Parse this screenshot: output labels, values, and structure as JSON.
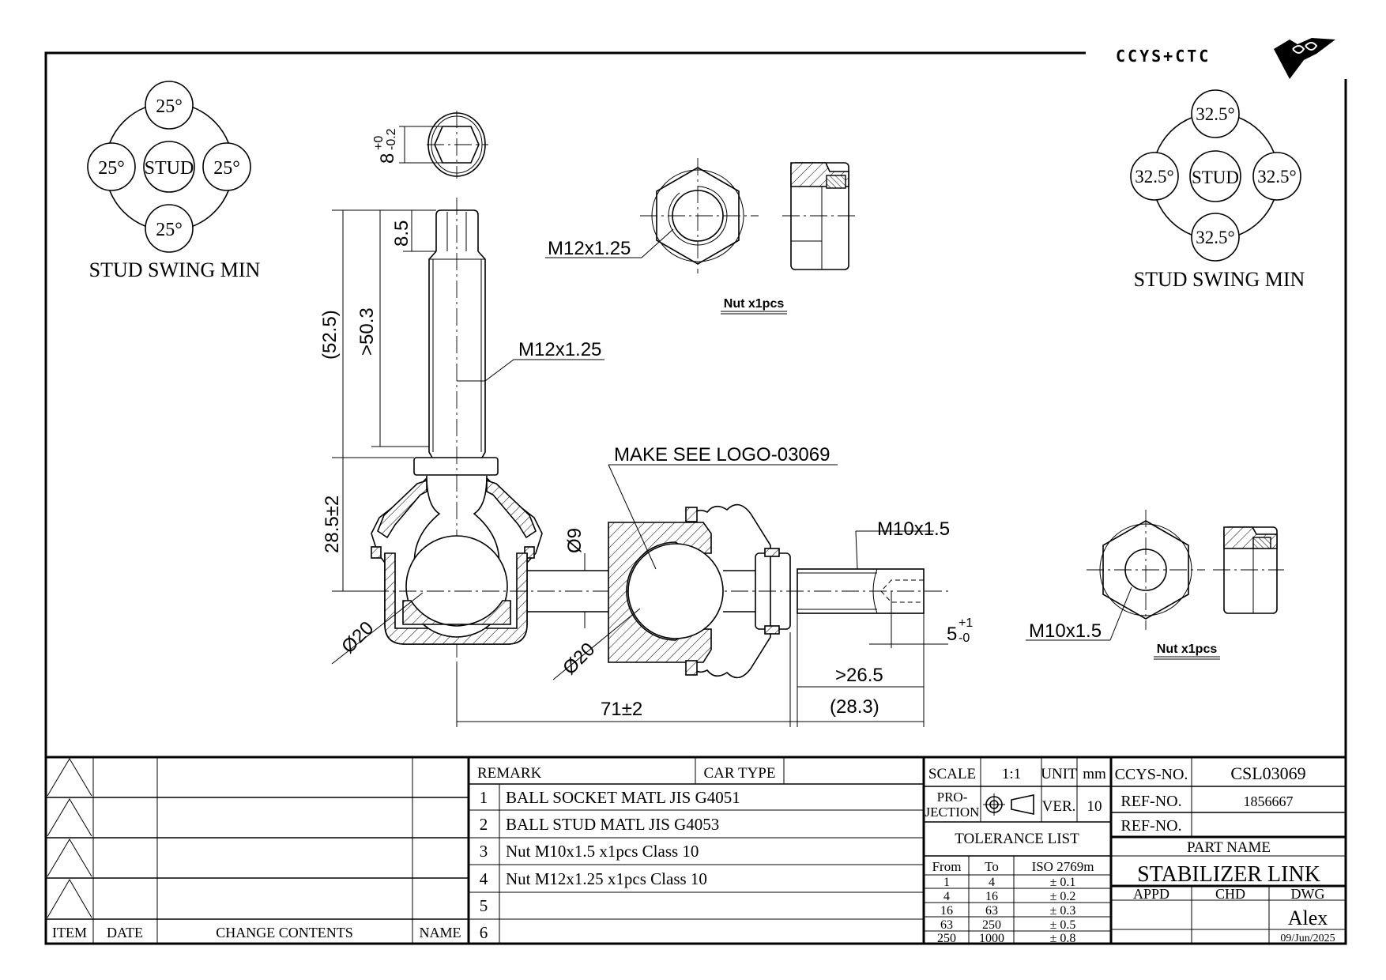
{
  "logo": {
    "text": "CCYS+CTC"
  },
  "swing_left": {
    "top": "25°",
    "left": "25°",
    "right": "25°",
    "bottom": "25°",
    "center": "STUD",
    "label": "STUD SWING MIN"
  },
  "swing_right": {
    "top": "32.5°",
    "left": "32.5°",
    "right": "32.5°",
    "bottom": "32.5°",
    "center": "STUD",
    "label": "STUD SWING MIN"
  },
  "dims": {
    "hex_size": "8",
    "hex_tol_upper": "+0",
    "hex_tol_lower": "-0.2",
    "hex_len": "8.5",
    "overall_ref": "(52.5)",
    "thread_len": ">50.3",
    "stud_thread": "M12x1.25",
    "ball_height": "28.5±2",
    "ball_dia_left": "Ø20",
    "ball_dia_right": "Ø20",
    "shaft_dia": "Ø9",
    "logo_note": "MAKE SEE LOGO-03069",
    "shaft_thread": "M10x1.5",
    "socket_depth": "5",
    "socket_tol_upper": "+1",
    "socket_tol_lower": "-0",
    "thread_min": ">26.5",
    "thread_ref": "(28.3)",
    "center_dist": "71±2"
  },
  "nut_m12": {
    "thread": "M12x1.25",
    "qty": "Nut x1pcs"
  },
  "nut_m10": {
    "thread": "M10x1.5",
    "qty": "Nut x1pcs"
  },
  "revision": {
    "headers": [
      "ITEM",
      "DATE",
      "CHANGE CONTENTS",
      "NAME"
    ]
  },
  "remarks": {
    "header": "REMARK",
    "car_type_label": "CAR TYPE",
    "car_type": "",
    "items": [
      {
        "no": "1",
        "text": "BALL SOCKET MATL JIS G4051"
      },
      {
        "no": "2",
        "text": "BALL STUD MATL JIS G4053"
      },
      {
        "no": "3",
        "text": "Nut M10x1.5 x1pcs Class 10"
      },
      {
        "no": "4",
        "text": "Nut M12x1.25 x1pcs Class 10"
      },
      {
        "no": "5",
        "text": ""
      },
      {
        "no": "6",
        "text": ""
      }
    ]
  },
  "specs": {
    "scale_label": "SCALE",
    "scale": "1:1",
    "unit_label": "UNIT",
    "unit": "mm",
    "projection_label_1": "PRO-",
    "projection_label_2": "JECTION",
    "ver_label": "VER.",
    "ver": "10"
  },
  "tolerance": {
    "title": "TOLERANCE LIST",
    "headers": [
      "From",
      "To",
      "ISO 2769m"
    ],
    "rows": [
      [
        "1",
        "4",
        "± 0.1"
      ],
      [
        "4",
        "16",
        "± 0.2"
      ],
      [
        "16",
        "63",
        "± 0.3"
      ],
      [
        "63",
        "250",
        "± 0.5"
      ],
      [
        "250",
        "1000",
        "± 0.8"
      ]
    ]
  },
  "title_block": {
    "ccys_no_label": "CCYS-NO.",
    "ccys_no": "CSL03069",
    "ref_no_label": "REF-NO.",
    "ref_no": "1856667",
    "ref_no2_label": "REF-NO.",
    "ref_no2": "",
    "part_name_label": "PART NAME",
    "part_name": "STABILIZER LINK",
    "appd_label": "APPD",
    "chd_label": "CHD",
    "dwg_label": "DWG",
    "drawn_by": "Alex",
    "date": "09/Jun/2025"
  }
}
